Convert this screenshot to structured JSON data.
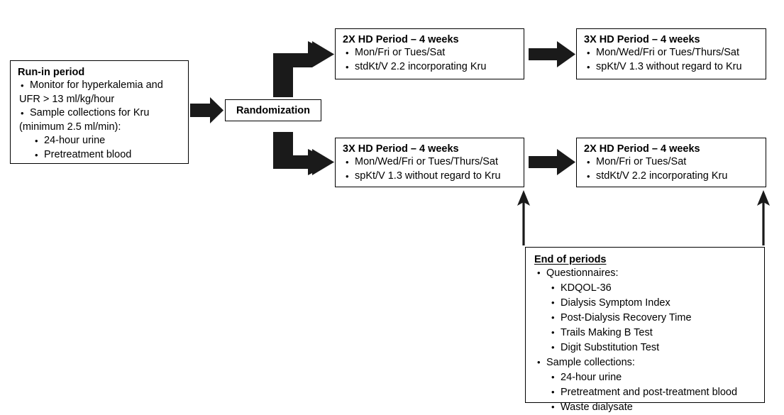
{
  "diagram": {
    "title": "Crossover hemodialysis study design flowchart",
    "accent_color": "#1a1a1a",
    "box_border_color": "#000000",
    "background_color": "#ffffff"
  },
  "run_in": {
    "title": "Run-in period",
    "items": [
      {
        "text": "Monitor for hyperkalemia and",
        "cont": "UFR > 13 ml/kg/hour"
      },
      {
        "text": "Sample collections for Kru",
        "cont": "(minimum 2.5 ml/min):"
      }
    ],
    "sub_items": [
      "24-hour urine",
      "Pretreatment blood"
    ]
  },
  "randomization": {
    "label": "Randomization"
  },
  "period_2x_first": {
    "title": "2X HD Period – 4 weeks",
    "items": [
      "Mon/Fri or Tues/Sat",
      "stdKt/V 2.2 incorporating Kru"
    ]
  },
  "period_3x_second": {
    "title": "3X HD Period – 4 weeks",
    "items": [
      "Mon/Wed/Fri or Tues/Thurs/Sat",
      "spKt/V 1.3 without regard to Kru"
    ]
  },
  "period_3x_first": {
    "title": "3X HD Period – 4 weeks",
    "items": [
      "Mon/Wed/Fri or Tues/Thurs/Sat",
      "spKt/V 1.3 without regard to Kru"
    ]
  },
  "period_2x_second": {
    "title": "2X HD Period – 4 weeks",
    "items": [
      "Mon/Fri or Tues/Sat",
      "stdKt/V 2.2 incorporating Kru"
    ]
  },
  "end_of_periods": {
    "title": "End of periods",
    "group_questionnaires": "Questionnaires:",
    "questionnaires": [
      "KDQOL-36",
      "Dialysis Symptom Index",
      "Post-Dialysis Recovery Time",
      "Trails Making B Test",
      "Digit Substitution Test"
    ],
    "group_samples": "Sample collections:",
    "samples": [
      "24-hour urine",
      "Pretreatment and post-treatment blood",
      "Waste dialysate"
    ]
  },
  "connectors": [
    {
      "name": "runin-to-randomization",
      "style": "block-arrow-right"
    },
    {
      "name": "randomization-to-2x-upper",
      "style": "elbow-arrow-up-right"
    },
    {
      "name": "randomization-to-3x-lower",
      "style": "elbow-arrow-down-right"
    },
    {
      "name": "2x-to-3x-upper",
      "style": "block-arrow-right"
    },
    {
      "name": "3x-to-2x-lower",
      "style": "block-arrow-right"
    },
    {
      "name": "end-of-periods-to-3x-lower",
      "style": "line-arrow-up"
    },
    {
      "name": "end-of-periods-to-2x-lower",
      "style": "line-arrow-up"
    }
  ],
  "bullets": {
    "level1": "•",
    "level2": "•"
  }
}
